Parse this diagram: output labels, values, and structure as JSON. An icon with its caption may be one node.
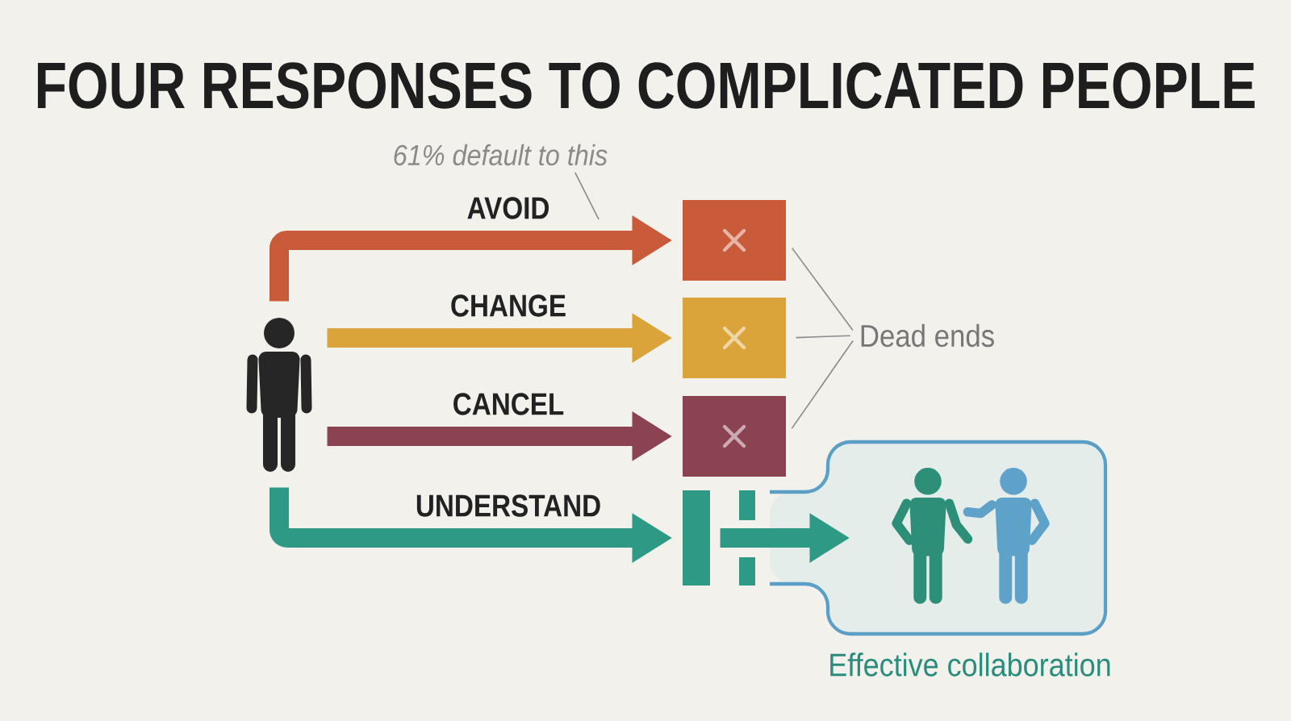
{
  "diagram": {
    "title": "FOUR RESPONSES TO COMPLICATED PEOPLE",
    "nodes": [
      {
        "text": [],
        "shape": "person"
      },
      {
        "text": [],
        "shape": "box"
      },
      {
        "text": [],
        "shape": "box"
      },
      {
        "text": [],
        "shape": "box"
      },
      {
        "text": [],
        "shape": "bar"
      },
      {
        "text": [
          "Effective collaboration"
        ]
      },
      {
        "text": [
          "Dead ends"
        ]
      },
      {
        "text": [
          "61% default to this"
        ]
      }
    ],
    "edges": [
      {
        "from": 0,
        "to": 1,
        "arrow": "to",
        "label": "AVOID",
        "color": "#c95a3a"
      },
      {
        "from": 0,
        "to": 2,
        "arrow": "to",
        "label": "CHANGE",
        "color": "#dba43a"
      },
      {
        "from": 0,
        "to": 3,
        "arrow": "to",
        "label": "CANCEL",
        "color": "#8b4351"
      },
      {
        "from": 0,
        "to": 4,
        "arrow": "to",
        "label": "UNDERSTAND",
        "color": "#2e9a85"
      },
      {
        "from": 4,
        "to": 5,
        "arrow": "to",
        "color": "#2e9a85"
      },
      {
        "from": 6,
        "to": 1,
        "arrow": "none"
      },
      {
        "from": 6,
        "to": 2,
        "arrow": "none"
      },
      {
        "from": 6,
        "to": 3,
        "arrow": "none"
      },
      {
        "from": 7,
        "to": null,
        "arrow": "none"
      }
    ]
  }
}
